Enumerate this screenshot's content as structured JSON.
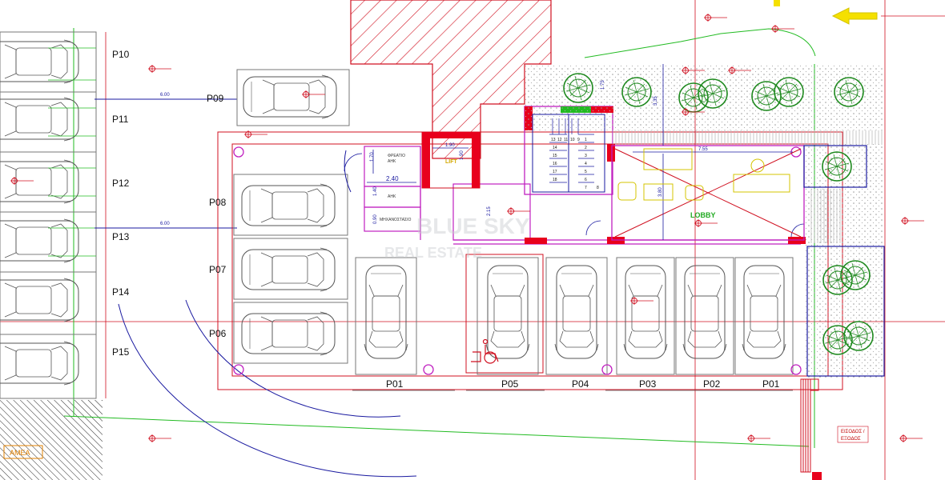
{
  "labels": {
    "left_spaces": [
      "P10",
      "P11",
      "P12",
      "P13",
      "P14",
      "P15"
    ],
    "p09": "P09",
    "block_spaces": [
      "P08",
      "P07",
      "P06"
    ],
    "bottom_spaces": [
      "P01",
      "P05",
      "P04",
      "P03",
      "P02",
      "P01"
    ],
    "lobby": "LOBBY",
    "lift": "LIFT",
    "amea": "AMEA",
    "exit_line1": "ΕΙΣΟΔΟΣ /",
    "exit_line2": "ΕΞΟΔΟΣ",
    "watermark_1": "BLUE SKY",
    "watermark_2": "REAL ESTATE"
  },
  "dimensions": {
    "d600_top": "6.00",
    "d600_mid": "6.00",
    "d190a": "1.90",
    "d190b": "1.90",
    "d170": "1.70",
    "d240": "2.40",
    "d140": "1.40",
    "d090": "0.90",
    "d215": "2.15",
    "d175": "1.75",
    "d335": "3.35",
    "d755": "7.55",
    "d380": "3.80"
  },
  "small_text": {
    "room_a": "ΦΡΕΑΤΙΟ",
    "room_a2": "ΑΗΚ",
    "room_b": "ΑΗΚ",
    "room_c": "ΜΗΧΑΝΟΣΤΑΣΙΟ"
  },
  "stair_numbers": {
    "upper_left": [
      "13",
      "12",
      "11",
      "10",
      "9"
    ],
    "left_column": [
      "14",
      "15",
      "16",
      "17",
      "18"
    ],
    "right_column": [
      "1",
      "2",
      "3",
      "4",
      "5",
      "6",
      "7",
      "8"
    ]
  },
  "colors": {
    "wall": "#d01020",
    "dimension": "#1a1aa0",
    "tree": "#1f8a1f",
    "magenta": "#c020c0",
    "furniture": "#d4c400",
    "car": "#555555"
  }
}
